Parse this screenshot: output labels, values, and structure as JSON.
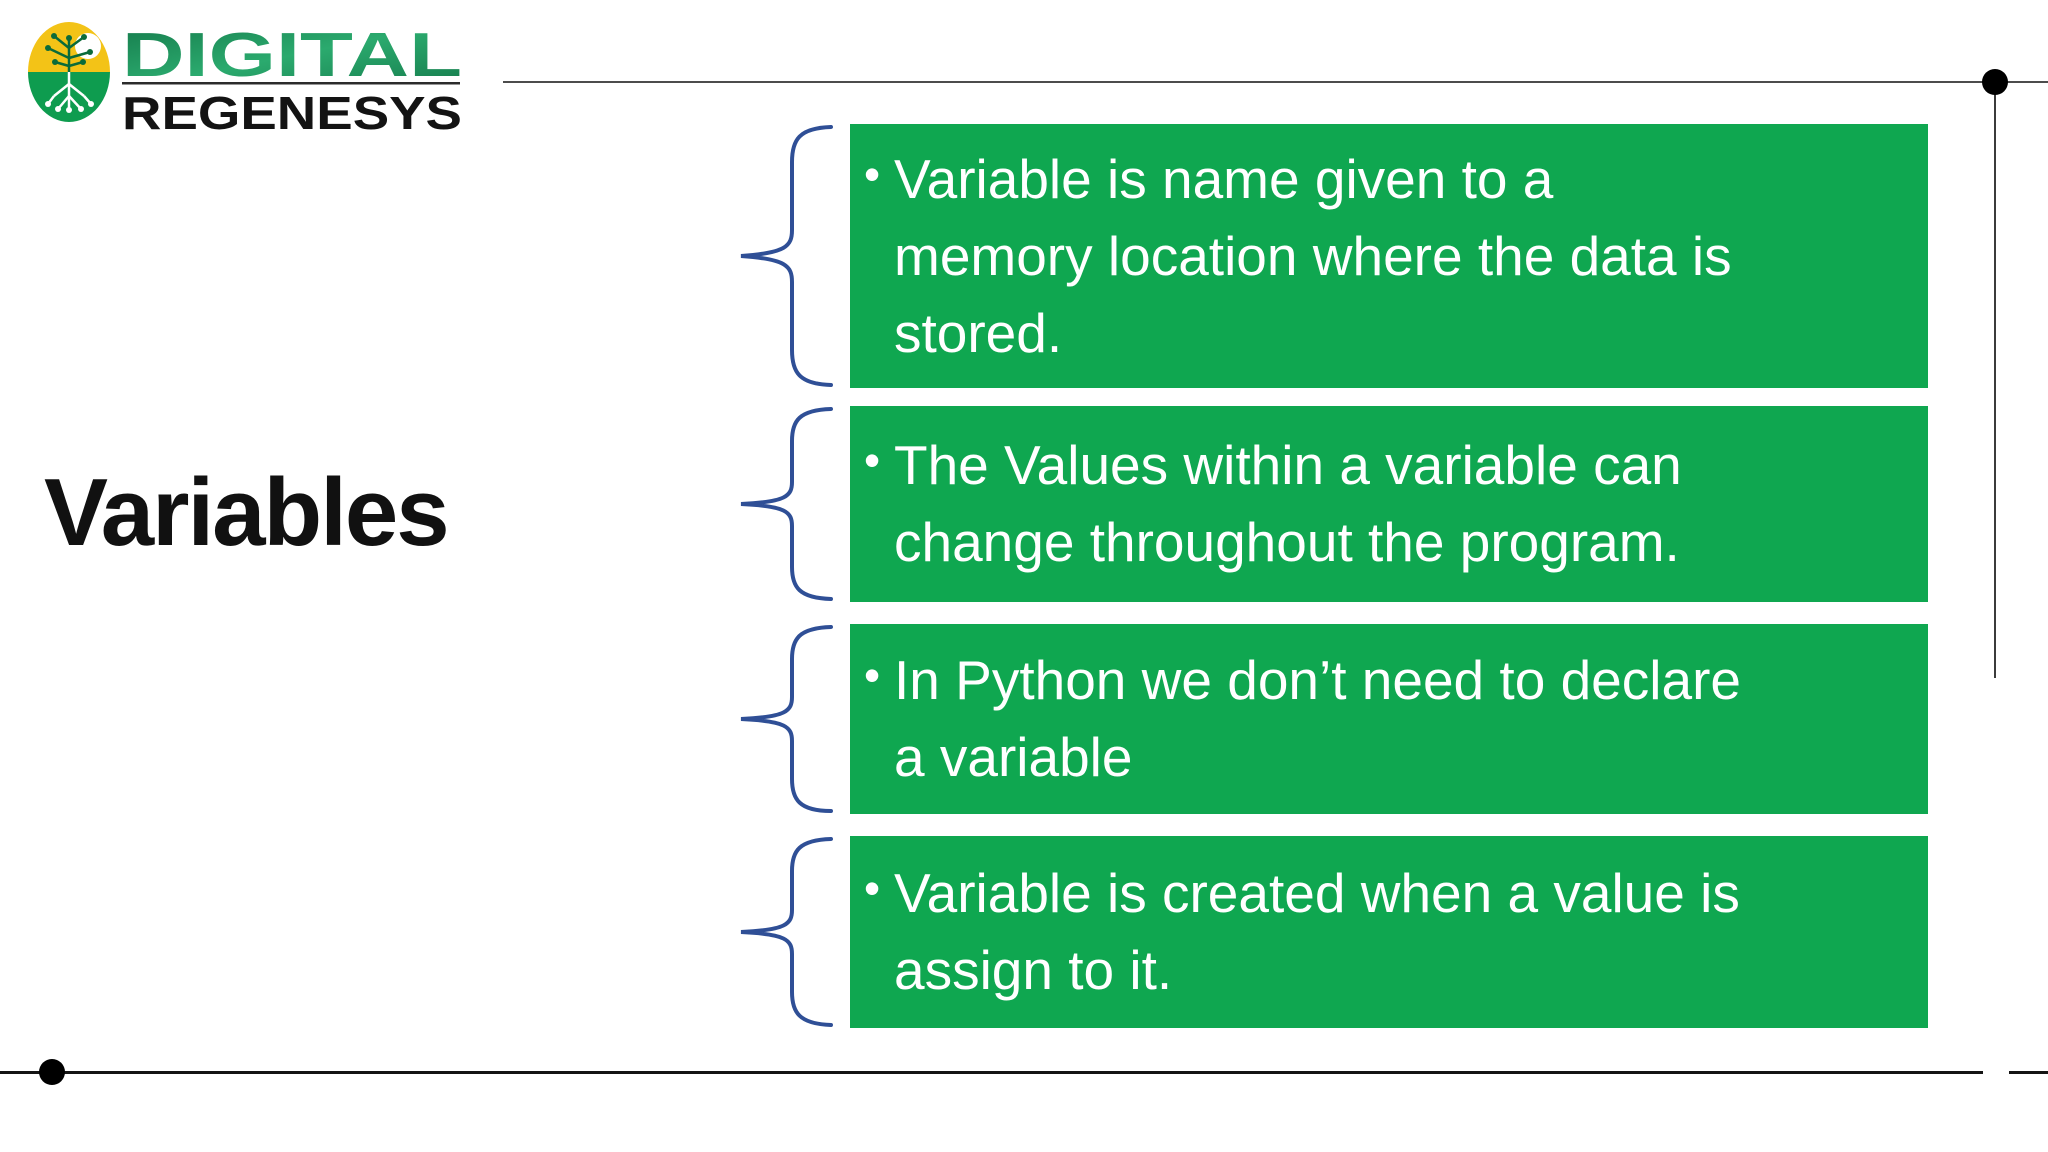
{
  "logo": {
    "brand_top": "DIGITAL",
    "brand_bottom": "REGENESYS"
  },
  "slide": {
    "title": "Variables",
    "bullet_glyph": "•",
    "points": [
      {
        "text": "Variable is name given to a\nmemory location where the data is\nstored."
      },
      {
        "text": "The Values within a variable can\nchange throughout the program."
      },
      {
        "text": "In Python we don’t need to declare\na variable"
      },
      {
        "text": "Variable is created when a value is\nassign to it."
      }
    ]
  },
  "colors": {
    "accent_green": "#0FA750",
    "brace_blue": "#2F4F96",
    "emblem_yellow": "#F3C317",
    "emblem_green": "#0E9C4F",
    "logo_green_dark": "#157A4B",
    "logo_green_light": "#2BAA6E",
    "ink_black": "#141414",
    "line_gray": "#4C4C4C"
  }
}
